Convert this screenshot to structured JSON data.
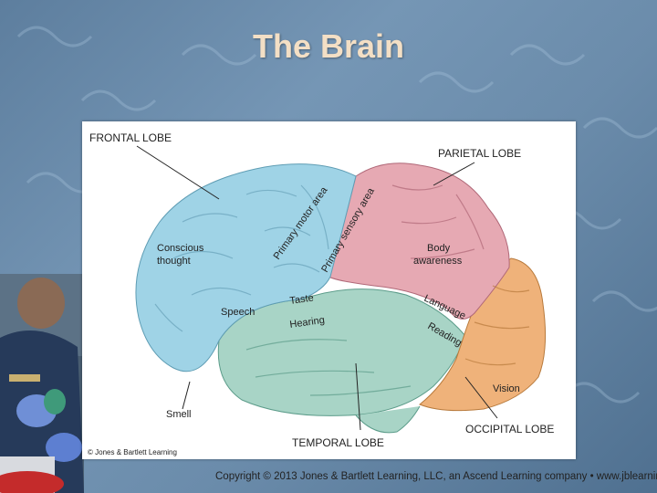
{
  "slide": {
    "title": "The Brain",
    "copyright": "Copyright © 2013 Jones & Bartlett Learning, LLC, an Ascend Learning company • www.jblearning.com"
  },
  "figure": {
    "credit": "© Jones & Bartlett Learning",
    "lobes": {
      "frontal": "FRONTAL LOBE",
      "parietal": "PARIETAL LOBE",
      "temporal": "TEMPORAL LOBE",
      "occipital": "OCCIPITAL LOBE"
    },
    "areas": {
      "primary_motor": "Primary motor area",
      "primary_sensory": "Primary sensory area",
      "conscious_line1": "Conscious",
      "conscious_line2": "thought",
      "body_line1": "Body",
      "body_line2": "awareness",
      "speech": "Speech",
      "taste": "Taste",
      "hearing": "Hearing",
      "language": "Language",
      "reading": "Reading",
      "vision": "Vision",
      "smell": "Smell"
    },
    "colors": {
      "frontal": "#9fd3e6",
      "parietal": "#e6a9b3",
      "temporal": "#a8d4c6",
      "occipital": "#efb27a",
      "cerebellum_line": "#6fa8bf"
    }
  }
}
